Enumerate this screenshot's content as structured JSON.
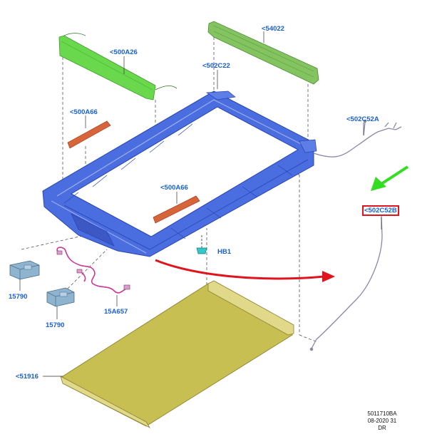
{
  "diagram": {
    "labels": {
      "p54022": "<54022",
      "p500A26": "<500A26",
      "p502C22": "<502C22",
      "p500A66_upper": "<500A66",
      "p500A66_lower": "<500A66",
      "p502C52A": "<502C52A",
      "p502C52B": "<502C52B",
      "hb1": "HB1",
      "p15790_upper": "15790",
      "p15790_lower": "15790",
      "p15A657": "15A657",
      "p51916": "<51916"
    },
    "reference": {
      "line1": "5011710BA",
      "line2": "08-2020 31",
      "line3": "DR"
    },
    "colors": {
      "frame": "#3f63d8",
      "frame_edge": "#2a45b0",
      "air_deflector": "#7fbf5a",
      "front_panel": "#66d64a",
      "seal_strip": "#d8643a",
      "sunshade": "#c8bf52",
      "sunshade_roller": "#e2d88a",
      "harness": "#c8389a",
      "drain_tube": "#8a88a8",
      "motor": "#8fb4d0",
      "highlight_box": "#e0141e",
      "label_text": "#1a5fd0",
      "red_arrow": "#e0141e",
      "green_arrow": "#33dd22"
    }
  }
}
